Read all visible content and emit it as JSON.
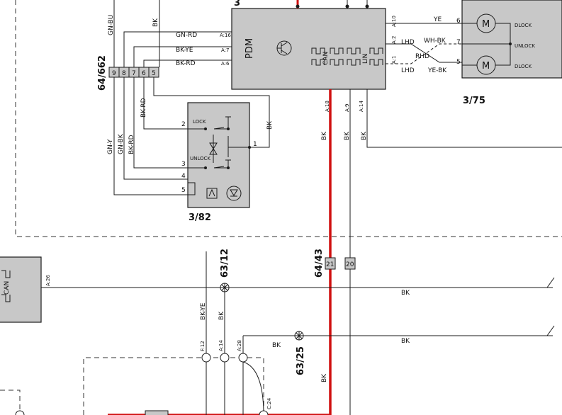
{
  "pdm": {
    "id": "3",
    "name": "PDM",
    "bus_can": "CAN",
    "bus_lin": "LIN",
    "pins": {
      "a16": "A:16",
      "a7": "A:7",
      "a6": "A:6",
      "a10": "A:10",
      "a2": "A:2",
      "a1": "A:1",
      "a18": "A:18",
      "a9": "A:9",
      "a14": "A:14"
    }
  },
  "connector_662": {
    "id": "64/662",
    "pins": [
      "9",
      "8",
      "7",
      "6",
      "5"
    ]
  },
  "switch_block": {
    "id": "3/82",
    "lock": "LOCK",
    "unlock": "UNLOCK",
    "pins": [
      "2",
      "1",
      "3",
      "4",
      "5"
    ]
  },
  "motor_block": {
    "id": "3/75",
    "pin6": "6",
    "pin7": "7",
    "pin5": "5",
    "dlock_top": "DLOCK",
    "unlock": "UNLOCK",
    "dlock_bottom": "DLOCK"
  },
  "wires": {
    "gn_bu": "GN-BU",
    "bk_top": "BK",
    "gn_rd": "GN-RD",
    "bk_ye": "BK-YE",
    "bk_rd": "BK-RD",
    "ye": "YE",
    "wh_bk": "WH-BK",
    "ye_bk": "YE-BK",
    "lhd1": "LHD",
    "lhd2": "LHD",
    "rhd": "RHD",
    "bk_sw": "BK",
    "gn_y": "GN-Y",
    "gn_bk": "GN-BK",
    "bk_rd2": "BK-RD",
    "bk_a18": "BK",
    "bk_a9": "BK",
    "bk_a14": "BK",
    "bk_mid": "BK",
    "bk_ye_low": "BK-YE",
    "bk_low": "BK",
    "bk_6325": "BK",
    "bk_right": "BK",
    "bk_bottom": "BK"
  },
  "connector_6443": {
    "id": "64/43",
    "pin21": "21",
    "pin20": "20"
  },
  "left_module": {
    "pin": "A:26",
    "bus_can": "CAN"
  },
  "splice_6312": "63/12",
  "splice_6325": "63/25",
  "lower_pins": {
    "f12": "F:12",
    "a14": "A:14",
    "a28": "A:28",
    "c24": "C:24"
  },
  "colors": {
    "module_fill": "#c8c8c8",
    "power_wire": "#d01010",
    "wire": "#1a1a1a"
  }
}
